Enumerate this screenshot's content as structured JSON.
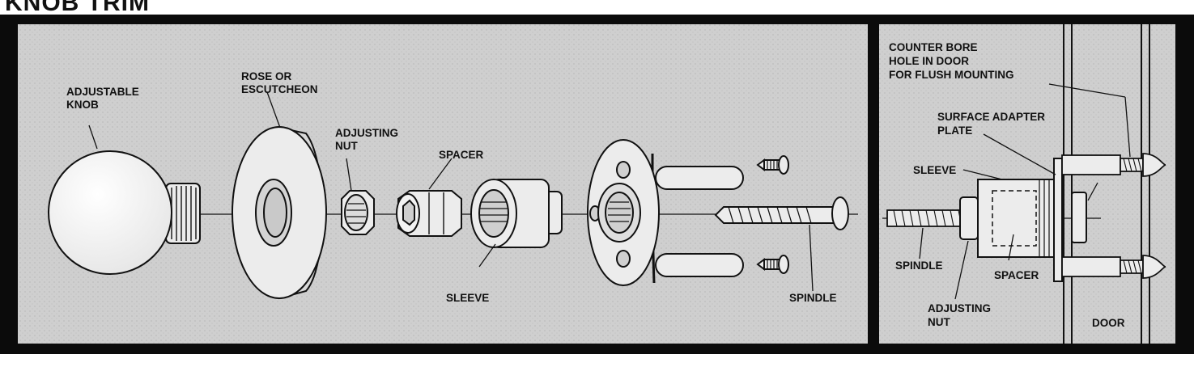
{
  "title": "KNOB TRIM",
  "colors": {
    "frame": "#0b0b0b",
    "panel_fill": "#cfcfcf",
    "part_fill": "#ececec",
    "ink": "#111111"
  },
  "exploded_view": {
    "labels": {
      "adjustable_knob": [
        "ADJUSTABLE",
        "KNOB"
      ],
      "rose": [
        "ROSE OR",
        "ESCUTCHEON"
      ],
      "adjusting_nut": [
        "ADJUSTING",
        "NUT"
      ],
      "spacer": [
        "SPACER"
      ],
      "sleeve": [
        "SLEEVE"
      ],
      "spindle": [
        "SPINDLE"
      ]
    }
  },
  "section_view": {
    "labels": {
      "counter_bore": [
        "COUNTER BORE",
        "HOLE IN DOOR",
        "FOR FLUSH MOUNTING"
      ],
      "surface_adapter_plate": [
        "SURFACE ADAPTER",
        "PLATE"
      ],
      "sleeve": [
        "SLEEVE"
      ],
      "spindle": [
        "SPINDLE"
      ],
      "spacer": [
        "SPACER"
      ],
      "adjusting_nut": [
        "ADJUSTING",
        "NUT"
      ],
      "door": [
        "DOOR"
      ]
    }
  }
}
